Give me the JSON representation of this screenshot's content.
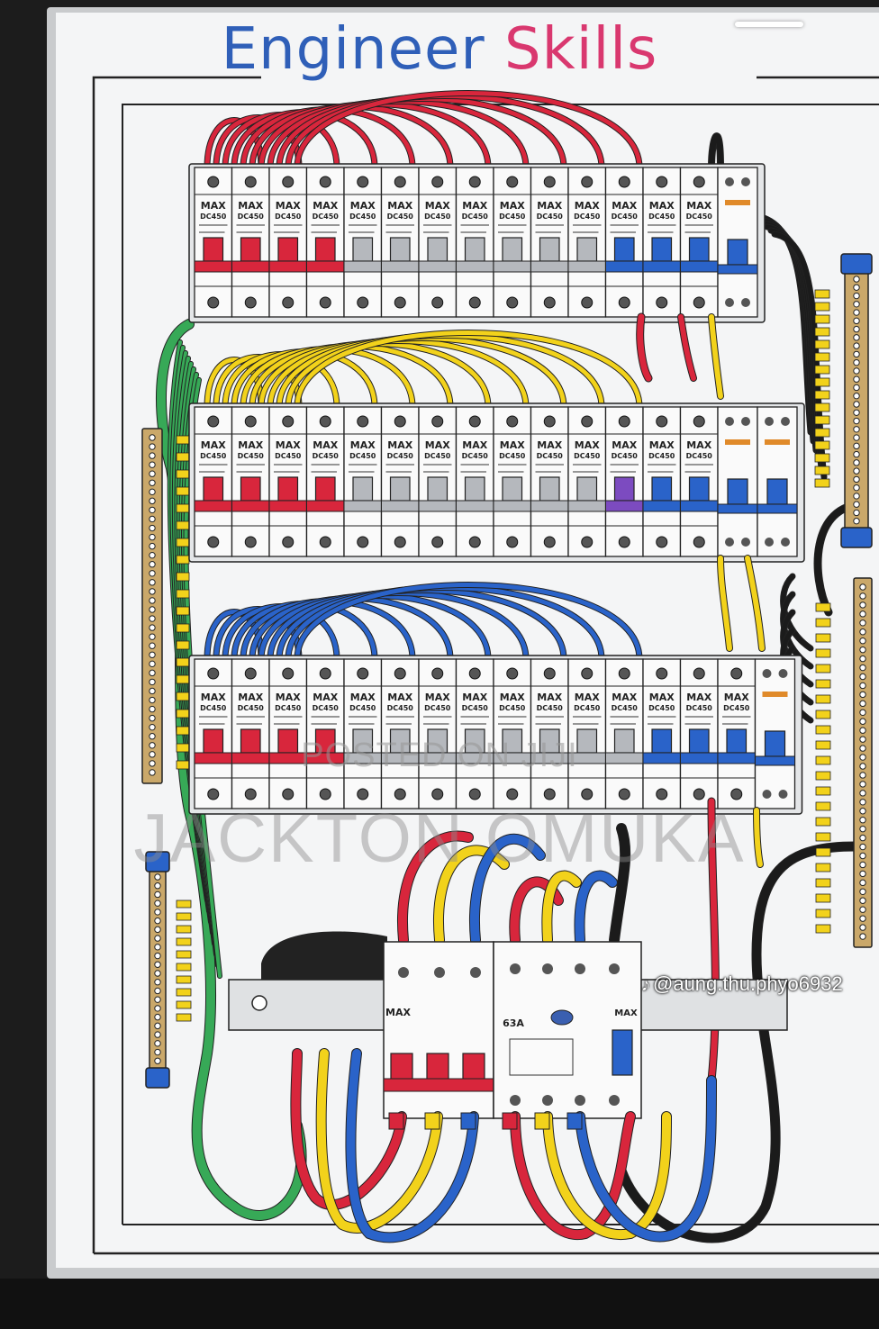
{
  "title": {
    "word1": "Engineer",
    "word2": "Skills"
  },
  "breaker_brand": "MAX",
  "breaker_model": "DC450",
  "watermark": {
    "line1": "POSTED ON JIJI",
    "line2": "JACKTON OMUKA"
  },
  "social_handle": "@aung.thu.phyo6932",
  "main_switch_brand": "MAX",
  "rcd_rating": "63A",
  "colors": {
    "red": "#d8263c",
    "grey": "#b5b8bd",
    "blue": "#2a63c9",
    "purple": "#7c4bc0",
    "yellow": "#f2d21b",
    "green": "#37a957",
    "black": "#1b1b1b",
    "title_blue": "#2f5fb8",
    "title_pink": "#d9386f"
  },
  "rows": [
    {
      "handles": [
        "red",
        "red",
        "red",
        "red",
        "grey",
        "grey",
        "grey",
        "grey",
        "grey",
        "grey",
        "grey",
        "blue",
        "blue",
        "blue"
      ],
      "rcd": 1,
      "arc_color": "red"
    },
    {
      "handles": [
        "red",
        "red",
        "red",
        "red",
        "grey",
        "grey",
        "grey",
        "grey",
        "grey",
        "grey",
        "grey",
        "purple",
        "blue",
        "blue"
      ],
      "rcd": 2,
      "arc_color": "yellow"
    },
    {
      "handles": [
        "red",
        "red",
        "red",
        "red",
        "grey",
        "grey",
        "grey",
        "grey",
        "grey",
        "grey",
        "grey",
        "grey",
        "blue",
        "blue",
        "blue"
      ],
      "rcd": 1,
      "arc_color": "blue"
    }
  ]
}
